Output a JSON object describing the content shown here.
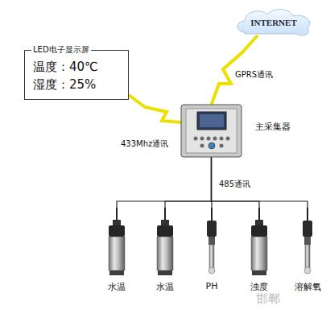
{
  "diagram": {
    "nodes": [
      {
        "text": [
          "INTERNET"
        ]
      },
      {
        "text": [
          "LED电子显示屏",
          "温度：40℃",
          "湿度：25%"
        ]
      },
      {
        "text": [
          "主采集器"
        ]
      },
      {
        "text": [
          "水温"
        ]
      },
      {
        "text": [
          "水温"
        ]
      },
      {
        "text": [
          "PH"
        ]
      },
      {
        "text": [
          "浊度"
        ]
      },
      {
        "text": [
          "溶解氧"
        ]
      }
    ],
    "edges": [
      {
        "from": 2,
        "to": 0,
        "label": "GPRS通讯",
        "arrow": "none"
      },
      {
        "from": 2,
        "to": 1,
        "label": "433Mhz通讯",
        "arrow": "none"
      },
      {
        "from": 2,
        "to": 3,
        "label": "485通讯",
        "arrow": "none"
      },
      {
        "from": 2,
        "to": 4,
        "arrow": "none"
      },
      {
        "from": 2,
        "to": 5,
        "arrow": "none"
      },
      {
        "from": 2,
        "to": 6,
        "arrow": "none"
      },
      {
        "from": 2,
        "to": 7,
        "arrow": "none"
      }
    ],
    "labels": [
      "邯郸"
    ]
  }
}
